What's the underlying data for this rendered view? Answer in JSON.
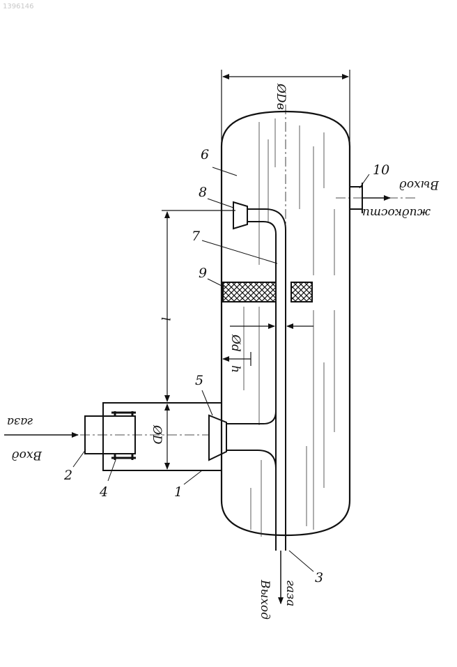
{
  "watermark": "1396146",
  "callouts": {
    "n1": "1",
    "n2": "2",
    "n3": "3",
    "n4": "4",
    "n5": "5",
    "n6": "6",
    "n7": "7",
    "n8": "8",
    "n9": "9",
    "n10": "10"
  },
  "dimensions": {
    "vessel_diameter": "ØDв",
    "inlet_diameter": "ØD",
    "pipe_diameter": "Ød",
    "length": "l",
    "gap": "h"
  },
  "flows": {
    "gas_inlet_line1": "Вход",
    "gas_inlet_line2": "газа",
    "gas_outlet_line1": "Выход",
    "gas_outlet_line2": "газа",
    "liquid_outlet_line1": "Выход",
    "liquid_outlet_line2": "жидкости"
  },
  "colors": {
    "ink": "#111111",
    "paper": "#ffffff"
  }
}
